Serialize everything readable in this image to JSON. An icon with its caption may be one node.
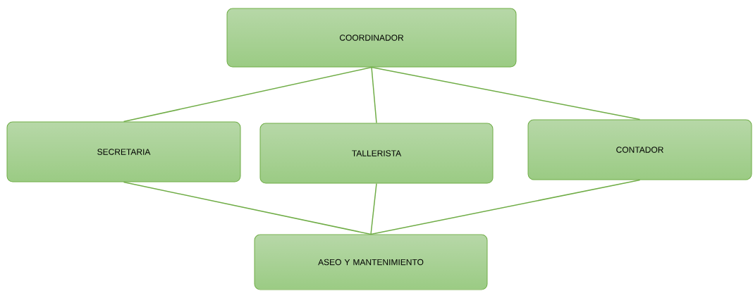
{
  "diagram": {
    "nodes": [
      {
        "text": [
          "COORDINADOR"
        ]
      },
      {
        "text": [
          "SECRETARIA"
        ]
      },
      {
        "text": [
          "TALLERISTA"
        ]
      },
      {
        "text": [
          "CONTADOR"
        ]
      },
      {
        "text": [
          "ASEO Y MANTENIMIENTO"
        ]
      }
    ],
    "edges": [
      {
        "from": 0,
        "to": 1,
        "arrow": "none"
      },
      {
        "from": 0,
        "to": 2,
        "arrow": "none"
      },
      {
        "from": 0,
        "to": 3,
        "arrow": "none"
      },
      {
        "from": 1,
        "to": 4,
        "arrow": "none"
      },
      {
        "from": 2,
        "to": 4,
        "arrow": "none"
      },
      {
        "from": 3,
        "to": 4,
        "arrow": "none"
      }
    ]
  }
}
